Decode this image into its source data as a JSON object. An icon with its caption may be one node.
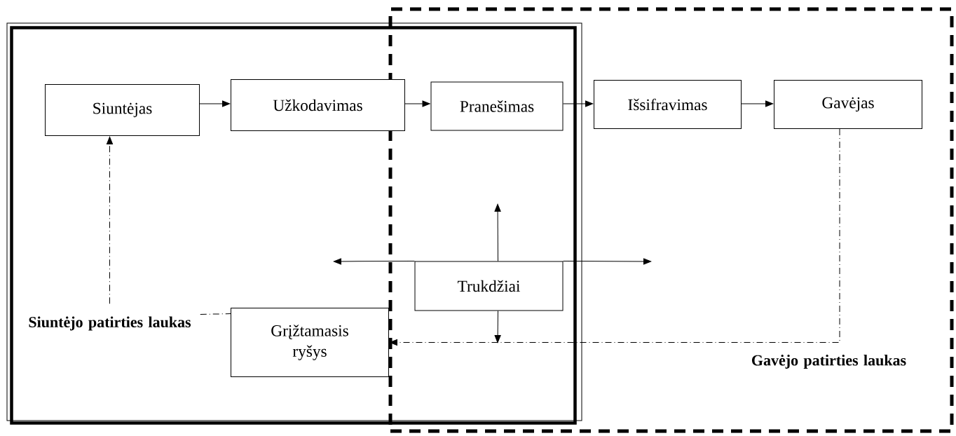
{
  "diagram": {
    "nodes": [
      {
        "text": [],
        "shape": "box"
      },
      {
        "text": [],
        "shape": "box"
      },
      {
        "text": [
          "Siuntėjas"
        ],
        "in": 0
      },
      {
        "text": [
          "Užkodavimas"
        ],
        "in": 0
      },
      {
        "text": [
          "Pranešimas"
        ]
      },
      {
        "text": [
          "Išsifravimas"
        ],
        "in": 1
      },
      {
        "text": [
          "Gavėjas"
        ],
        "in": 1
      },
      {
        "text": [
          "Trukdžiai"
        ]
      },
      {
        "text": [
          "Grįžtamasis ryšys"
        ],
        "in": 0
      },
      {
        "text": [
          "Siuntėjo patirties laukas"
        ],
        "in": 0
      },
      {
        "text": [
          "Gavėjo patirties laukas"
        ],
        "in": 1
      }
    ],
    "edges": [
      {
        "from": 2,
        "to": 3,
        "arrow": "to"
      },
      {
        "from": 3,
        "to": 4,
        "arrow": "to"
      },
      {
        "from": 4,
        "to": 5,
        "arrow": "to"
      },
      {
        "from": 5,
        "to": 6,
        "arrow": "to"
      },
      {
        "from": 6,
        "to": 8,
        "arrow": "to",
        "style": "dashed"
      },
      {
        "from": 9,
        "to": 2,
        "arrow": "to",
        "style": "dashed"
      },
      {
        "from": 9,
        "to": 8,
        "arrow": "none",
        "style": "dashed"
      },
      {
        "from": 7,
        "to": null,
        "arrow": "to"
      },
      {
        "from": 7,
        "to": null,
        "arrow": "to"
      },
      {
        "from": 7,
        "to": null,
        "arrow": "to"
      },
      {
        "from": 7,
        "to": null,
        "arrow": "to"
      }
    ]
  }
}
